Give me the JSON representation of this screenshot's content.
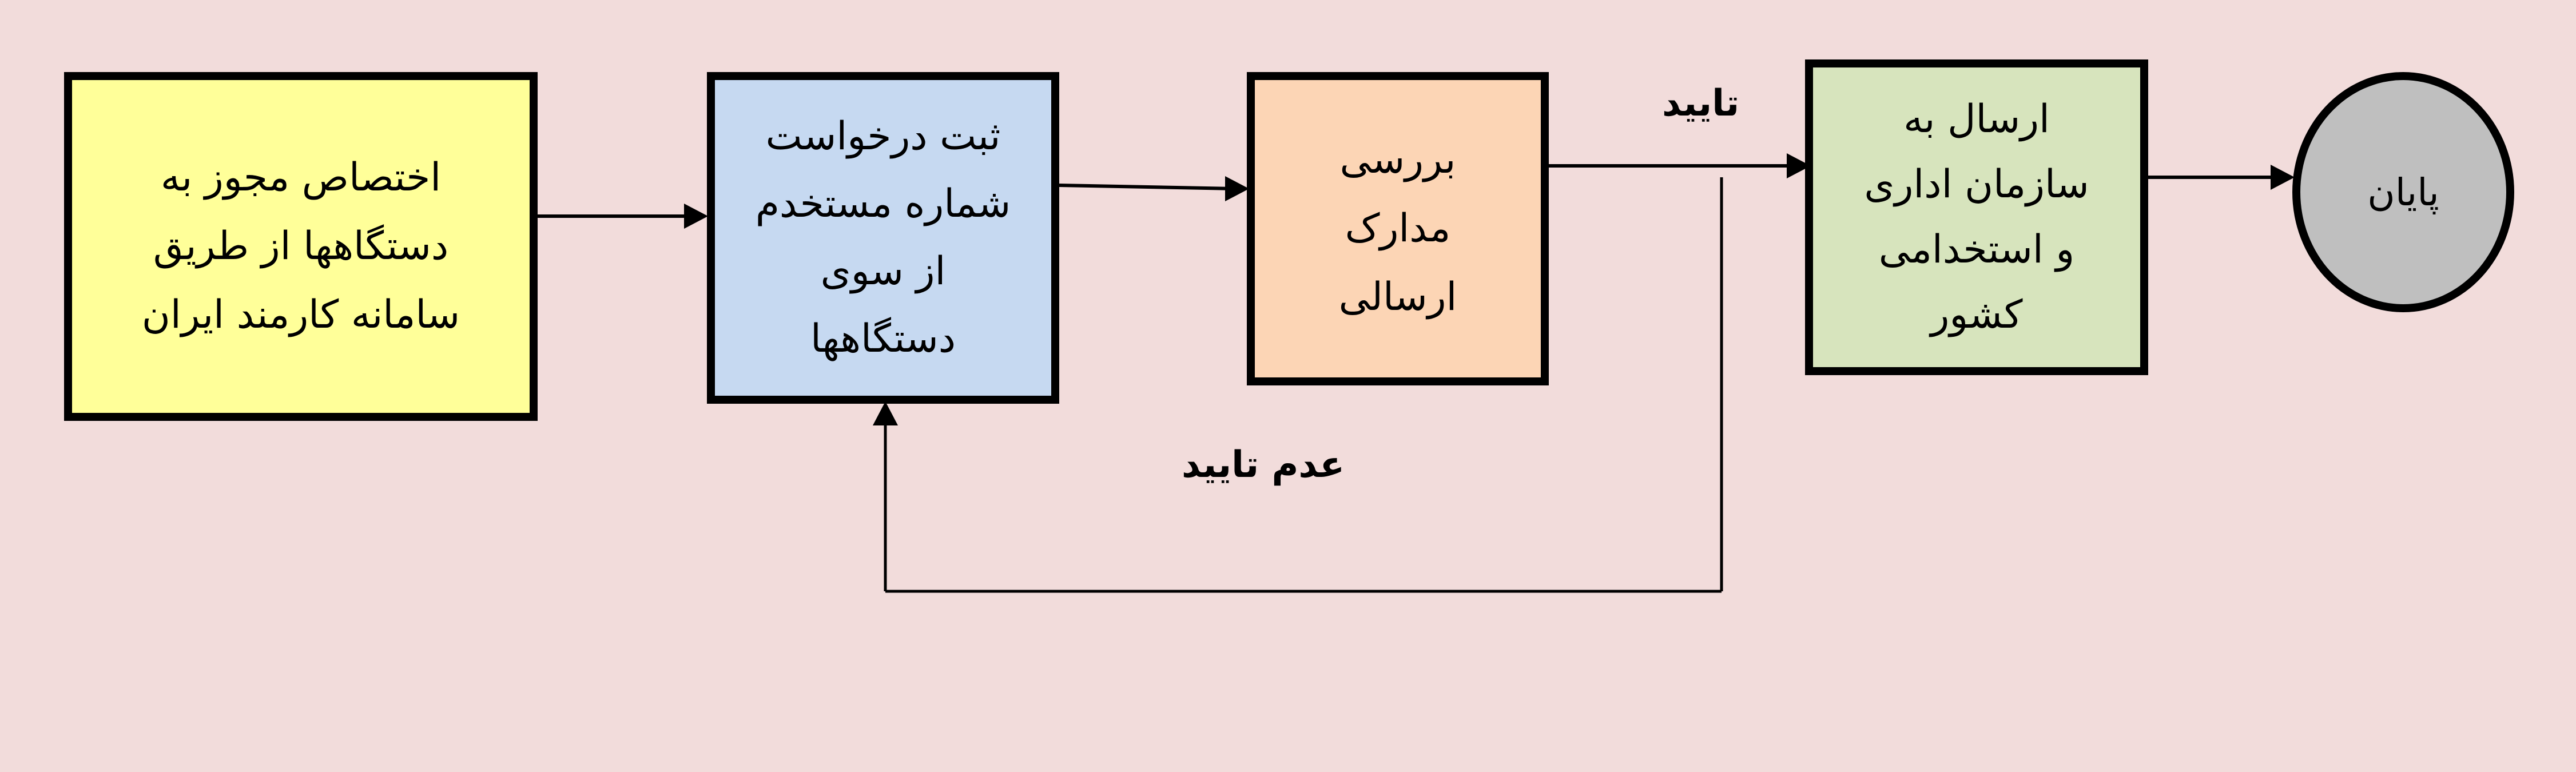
{
  "diagram": {
    "background_color": "#f2dcdb",
    "nodes": [
      {
        "id": "allocate_permit",
        "fill": "#ffff99",
        "lines": [
          "اختصاص مجوز به",
          "دستگاهها از طریق",
          "سامانه کارمند ایران"
        ]
      },
      {
        "id": "register_request",
        "fill": "#c6d9f1",
        "lines": [
          "ثبت درخواست",
          "شماره مستخدم",
          "از سوی",
          "دستگاهها"
        ]
      },
      {
        "id": "review_documents",
        "fill": "#fcd5b5",
        "lines": [
          "بررسی",
          "مدارک",
          "ارسالی"
        ]
      },
      {
        "id": "send_to_organization",
        "fill": "#d7e4bd",
        "lines": [
          "ارسال به",
          "سازمان اداری",
          "و استخدامی",
          "کشور"
        ]
      },
      {
        "id": "end",
        "fill": "#bfbfbf",
        "label": "پایان"
      }
    ],
    "edge_labels": {
      "approved": "تایید",
      "not_approved": "عدم تایید"
    }
  }
}
